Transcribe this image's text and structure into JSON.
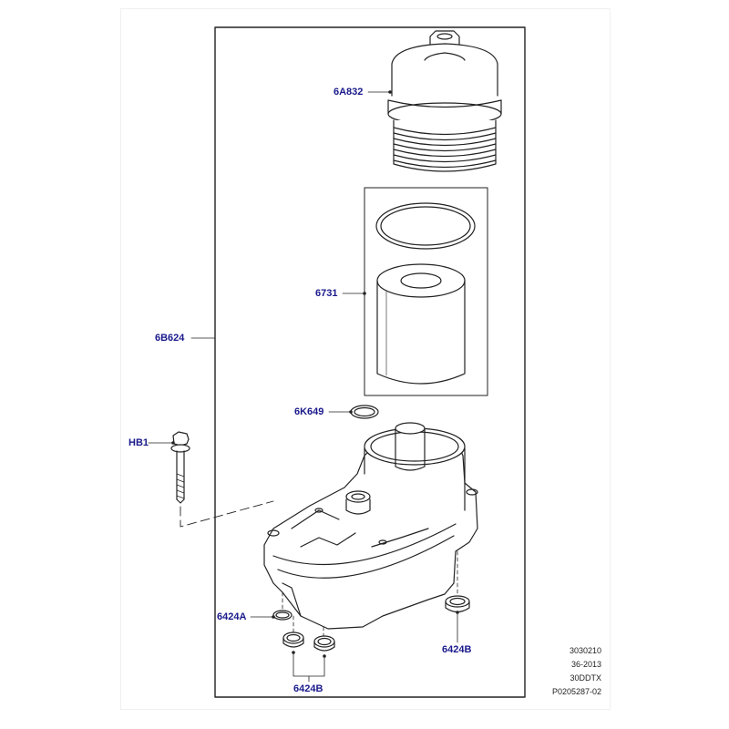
{
  "diagram": {
    "callouts": {
      "cap": "6A832",
      "element": "6731",
      "assembly": "6B624",
      "seal": "6K649",
      "bolt": "HB1",
      "gasket_left": "6424A",
      "gasket_right": "6424B",
      "gasket_bottom": "6424B"
    },
    "reference": [
      "3030210",
      "36-2013",
      "30DDTX",
      "P0205287-02"
    ],
    "colors": {
      "callout_text": "#1a1a8c",
      "line": "#222222"
    }
  }
}
